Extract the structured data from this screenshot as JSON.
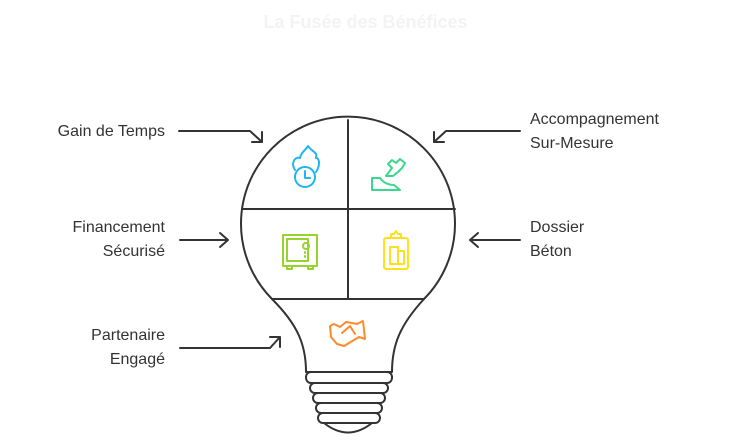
{
  "title": "La Fusée des Bénéfices",
  "labels": {
    "gain": [
      "Gain de Temps"
    ],
    "accompagnement": [
      "Accompagnement",
      "Sur-Mesure"
    ],
    "financement": [
      "Financement",
      "Sécurisé"
    ],
    "dossier": [
      "Dossier",
      "Béton"
    ],
    "partenaire": [
      "Partenaire",
      "Engagé"
    ]
  },
  "icons": {
    "gain": {
      "name": "fire-clock-icon",
      "color": "#1EB5F0"
    },
    "accompagnement": {
      "name": "hand-puzzle-icon",
      "color": "#3CD68C"
    },
    "financement": {
      "name": "safe-icon",
      "color": "#97D22E"
    },
    "dossier": {
      "name": "clipboard-icon",
      "color": "#FFE01A"
    },
    "partenaire": {
      "name": "handshake-icon",
      "color": "#FF8A2B"
    }
  },
  "outline_color": "#333333"
}
